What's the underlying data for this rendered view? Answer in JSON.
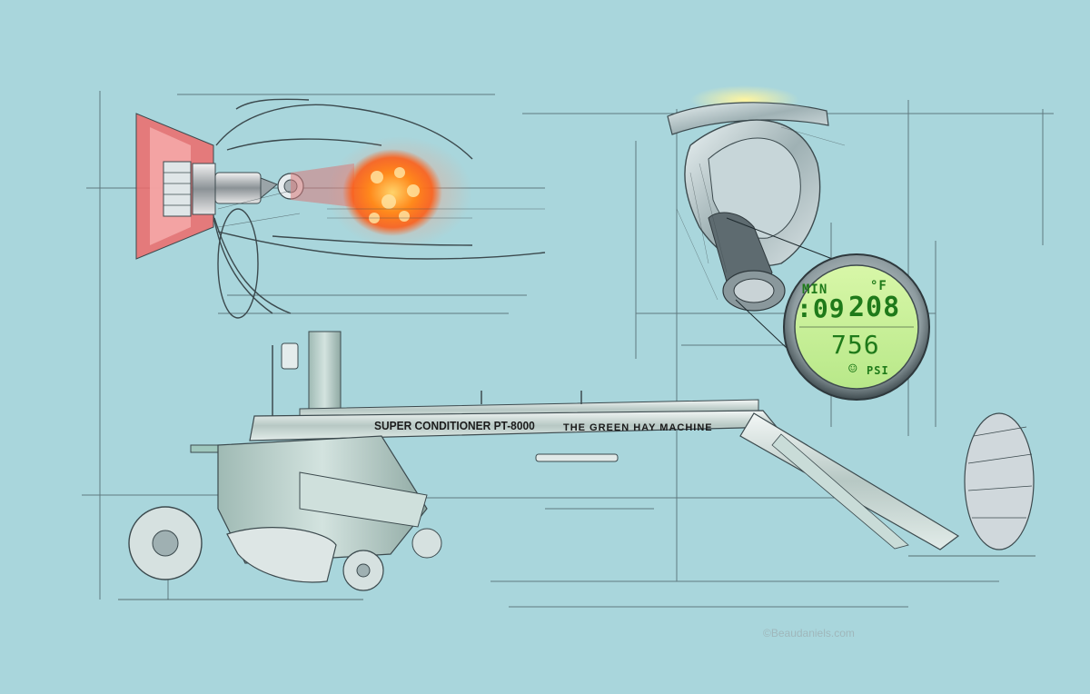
{
  "illustration": {
    "background_color": "#a9d6dc",
    "sketch_line_color": "#4a5a60",
    "machine_color": "#c9ded9",
    "flare_color": "#ff7a1a",
    "lcd_color": "#c8f09a",
    "lcd_digit_color": "#1f7a1a"
  },
  "lcd": {
    "min_label": "MIN",
    "temp_unit": "°F",
    "minutes": ":09",
    "temperature": "208",
    "pressure": "756",
    "pressure_unit": "PSI"
  },
  "machine": {
    "banner_left": "SUPER CONDITIONER PT-8000",
    "banner_right": "THE GREEN HAY MACHINE"
  },
  "watermark": "©Beaudaniels.com"
}
